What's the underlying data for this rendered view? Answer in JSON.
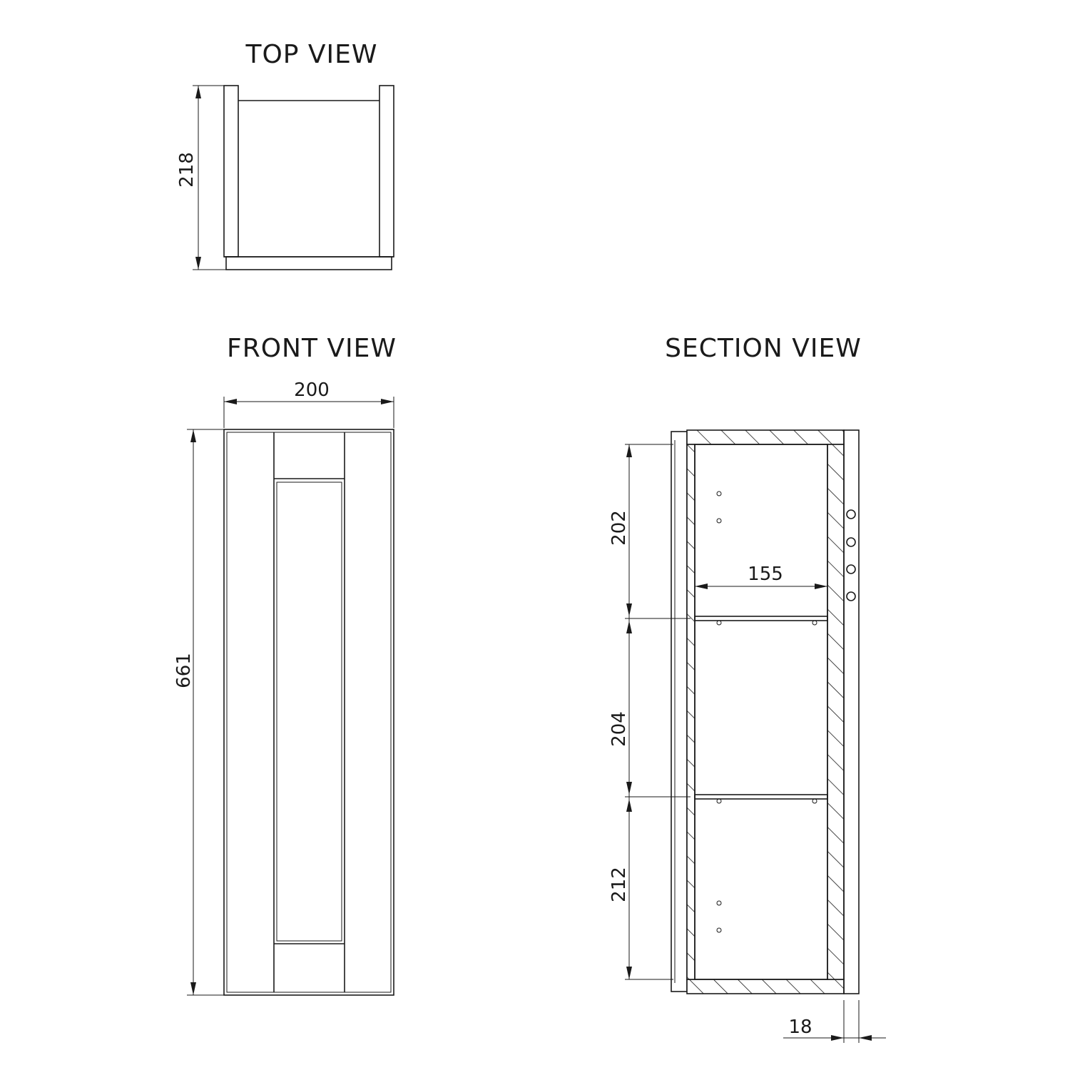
{
  "views": {
    "top_title": "TOP VIEW",
    "front_title": "FRONT VIEW",
    "section_title": "SECTION VIEW"
  },
  "dimensions": {
    "top_depth": "218",
    "front_width": "200",
    "front_height": "661",
    "section_top_space": "202",
    "section_middle_space": "204",
    "section_bottom_space": "212",
    "section_inner_width": "155",
    "section_back_thickness": "18"
  }
}
